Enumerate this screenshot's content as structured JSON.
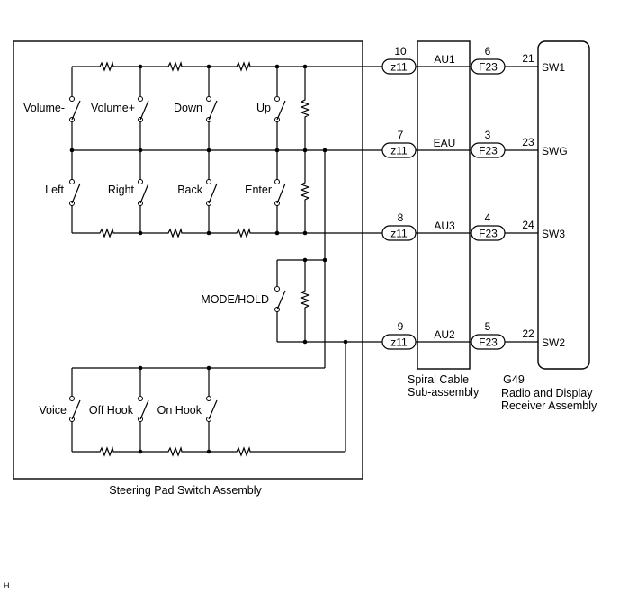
{
  "steering_pad": {
    "title": "Steering Pad Switch Assembly",
    "switches": {
      "volume_minus": "Volume-",
      "volume_plus": "Volume+",
      "down": "Down",
      "up": "Up",
      "left": "Left",
      "right": "Right",
      "back": "Back",
      "enter": "Enter",
      "mode_hold": "MODE/HOLD",
      "voice": "Voice",
      "off_hook": "Off Hook",
      "on_hook": "On Hook"
    }
  },
  "spiral_cable": {
    "title_line1": "Spiral Cable",
    "title_line2": "Sub-assembly",
    "rows": [
      {
        "pin_in": "10",
        "conn_in": "z11",
        "terminal": "AU1",
        "pin_out": "6",
        "conn_out": "F23"
      },
      {
        "pin_in": "7",
        "conn_in": "z11",
        "terminal": "EAU",
        "pin_out": "3",
        "conn_out": "F23"
      },
      {
        "pin_in": "8",
        "conn_in": "z11",
        "terminal": "AU3",
        "pin_out": "4",
        "conn_out": "F23"
      },
      {
        "pin_in": "9",
        "conn_in": "z11",
        "terminal": "AU2",
        "pin_out": "5",
        "conn_out": "F23"
      }
    ]
  },
  "receiver": {
    "code": "G49",
    "title_line1": "Radio and Display",
    "title_line2": "Receiver Assembly",
    "rows": [
      {
        "pin": "21",
        "terminal": "SW1"
      },
      {
        "pin": "23",
        "terminal": "SWG"
      },
      {
        "pin": "24",
        "terminal": "SW3"
      },
      {
        "pin": "22",
        "terminal": "SW2"
      }
    ]
  },
  "corner_mark": "H"
}
